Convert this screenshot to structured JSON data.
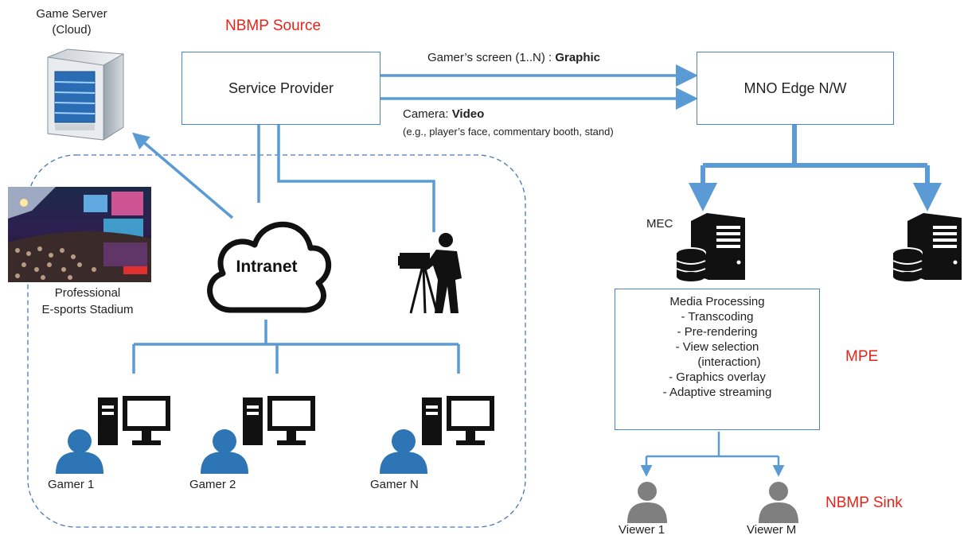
{
  "labels": {
    "game_server_line1": "Game Server",
    "game_server_line2": "(Cloud)",
    "nbmp_source": "NBMP Source",
    "service_provider": "Service Provider",
    "mno_edge": "MNO Edge N/W",
    "gamer_screen_prefix": "Gamer’s screen (1..N) : ",
    "gamer_screen_bold": "Graphic",
    "camera_prefix": "Camera: ",
    "camera_bold": "Video",
    "camera_note": "(e.g., player’s face, commentary booth, stand)",
    "stadium_line1": "Professional",
    "stadium_line2": "E-sports Stadium",
    "intranet": "Intranet",
    "mec": "MEC",
    "mpe": "MPE",
    "nbmp_sink": "NBMP Sink"
  },
  "media_processing": {
    "title": "Media Processing",
    "items": [
      "-      Transcoding",
      "-      Pre-rendering",
      "-      View selection",
      "(interaction)",
      "-      Graphics overlay",
      "-    Adaptive streaming"
    ]
  },
  "gamers": [
    "Gamer 1",
    "Gamer 2",
    "Gamer N"
  ],
  "viewers": [
    "Viewer 1",
    "Viewer M"
  ],
  "colors": {
    "arrow": "#5b9bd5",
    "box_border": "#4a86c4",
    "accent_red": "#e8231a",
    "dashed": "#4a78b0"
  }
}
